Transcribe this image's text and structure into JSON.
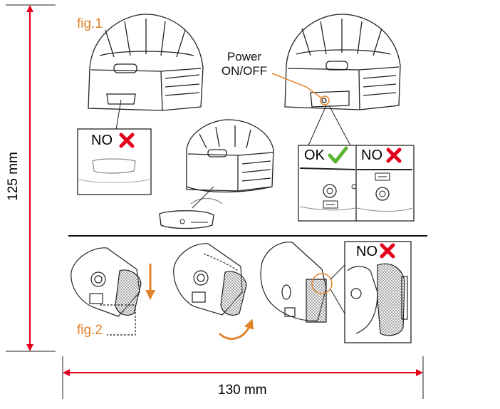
{
  "labels": {
    "fig1": "fig.1",
    "fig2": "fig.2",
    "power_line1": "Power",
    "power_line2": "ON/OFF",
    "no": "NO",
    "ok": "OK",
    "width": "130 mm",
    "height": "125 mm"
  },
  "colors": {
    "accent": "#E2832B",
    "dimension": "#E4001B",
    "no_cross": "#E4001B",
    "ok_check": "#5BB431",
    "line": "#222222"
  },
  "icons": [
    "cross-icon",
    "check-icon",
    "arrow-down-icon",
    "rotate-arrow-icon",
    "usb-icon"
  ]
}
